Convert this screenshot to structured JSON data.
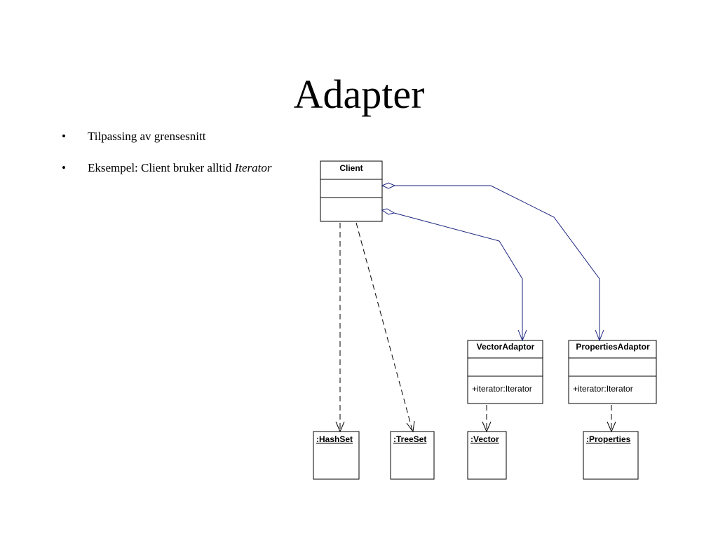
{
  "slide": {
    "title": "Adapter",
    "bullet_symbol": "•",
    "bullets": [
      {
        "text": "Tilpassing av grensesnitt"
      },
      {
        "text": "Eksempel: Client bruker alltid ",
        "italic": "Iterator"
      }
    ]
  },
  "diagram": {
    "classes": {
      "client": {
        "name": "Client"
      },
      "vector_adaptor": {
        "name": "VectorAdaptor",
        "operation": "+iterator:Iterator"
      },
      "properties_adaptor": {
        "name": "PropertiesAdaptor",
        "operation": "+iterator:Iterator"
      }
    },
    "objects": {
      "hashset": ":HashSet",
      "treeset": ":TreeSet",
      "vector": ":Vector",
      "properties": ":Properties"
    },
    "colors": {
      "association": "#1a237e",
      "dependency": "#000000",
      "box_border": "#000000"
    }
  }
}
